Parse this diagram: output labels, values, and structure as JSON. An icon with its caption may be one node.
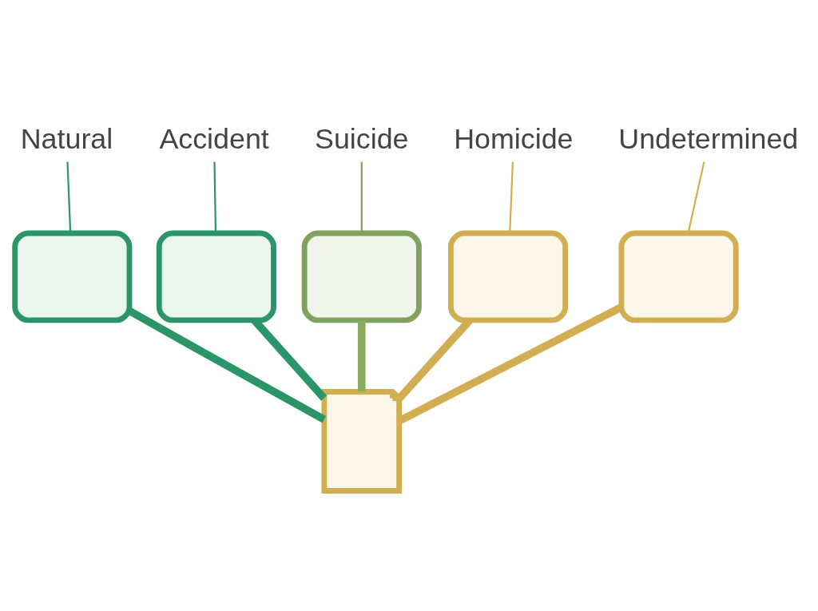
{
  "diagram": {
    "nodes": [
      {
        "text": [
          "Natural"
        ]
      },
      {
        "text": [],
        "shape": "box"
      },
      {
        "text": [
          "Accident"
        ]
      },
      {
        "text": [],
        "shape": "box"
      },
      {
        "text": [
          "Suicide"
        ]
      },
      {
        "text": [],
        "shape": "box"
      },
      {
        "text": [
          "Homicide"
        ]
      },
      {
        "text": [],
        "shape": "box"
      },
      {
        "text": [
          "Undetermined"
        ]
      },
      {
        "text": [],
        "shape": "box"
      },
      {
        "text": [],
        "shape": "document"
      }
    ],
    "edges": [
      {
        "from": 0,
        "to": 1,
        "arrow": "none",
        "color": "#2a9568"
      },
      {
        "from": 2,
        "to": 3,
        "arrow": "none",
        "color": "#2a9568"
      },
      {
        "from": 4,
        "to": 5,
        "arrow": "none",
        "color": "#8a9a5a"
      },
      {
        "from": 6,
        "to": 7,
        "arrow": "none",
        "color": "#d2ae52"
      },
      {
        "from": 8,
        "to": 9,
        "arrow": "none",
        "color": "#d2ae52"
      },
      {
        "from": 1,
        "to": 10,
        "arrow": "none",
        "style": "thick",
        "color": "#2a9568"
      },
      {
        "from": 3,
        "to": 10,
        "arrow": "none",
        "style": "thick",
        "color": "#2a9568"
      },
      {
        "from": 5,
        "to": 10,
        "arrow": "none",
        "style": "thick",
        "color": "#8aaa5e"
      },
      {
        "from": 7,
        "to": 10,
        "arrow": "none",
        "style": "thick",
        "color": "#d2ae52"
      },
      {
        "from": 9,
        "to": 10,
        "arrow": "none",
        "style": "thick",
        "color": "#d2ae52"
      }
    ]
  }
}
